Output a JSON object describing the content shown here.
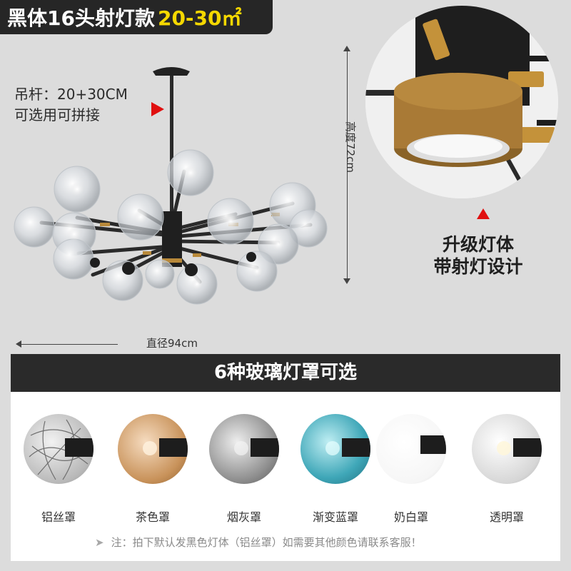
{
  "header": {
    "title_main": "黑体16头射灯款",
    "title_accent": "20-30㎡"
  },
  "dimensions": {
    "rod_line1": "吊杆：20+30CM",
    "rod_line2": "可选用可拼接",
    "height": "高度72cm",
    "diameter": "直径94cm"
  },
  "detail": {
    "line1": "升级灯体",
    "line2": "带射灯设计"
  },
  "shades": {
    "heading": "6种玻璃灯罩可选",
    "items": [
      {
        "label": "铝丝罩",
        "color": "#b8b8b8"
      },
      {
        "label": "茶色罩",
        "color": "#c8925a"
      },
      {
        "label": "烟灰罩",
        "color": "#8e8e8e"
      },
      {
        "label": "渐变蓝罩",
        "color": "#3fa7b8"
      },
      {
        "label": "奶白罩",
        "color": "#ffffff"
      },
      {
        "label": "透明罩",
        "color": "#d6d6d6"
      }
    ],
    "note": "注：拍下默认发黑色灯体（铝丝罩）如需要其他颜色请联系客服！"
  },
  "icons": {
    "note_arrow": "➤"
  }
}
